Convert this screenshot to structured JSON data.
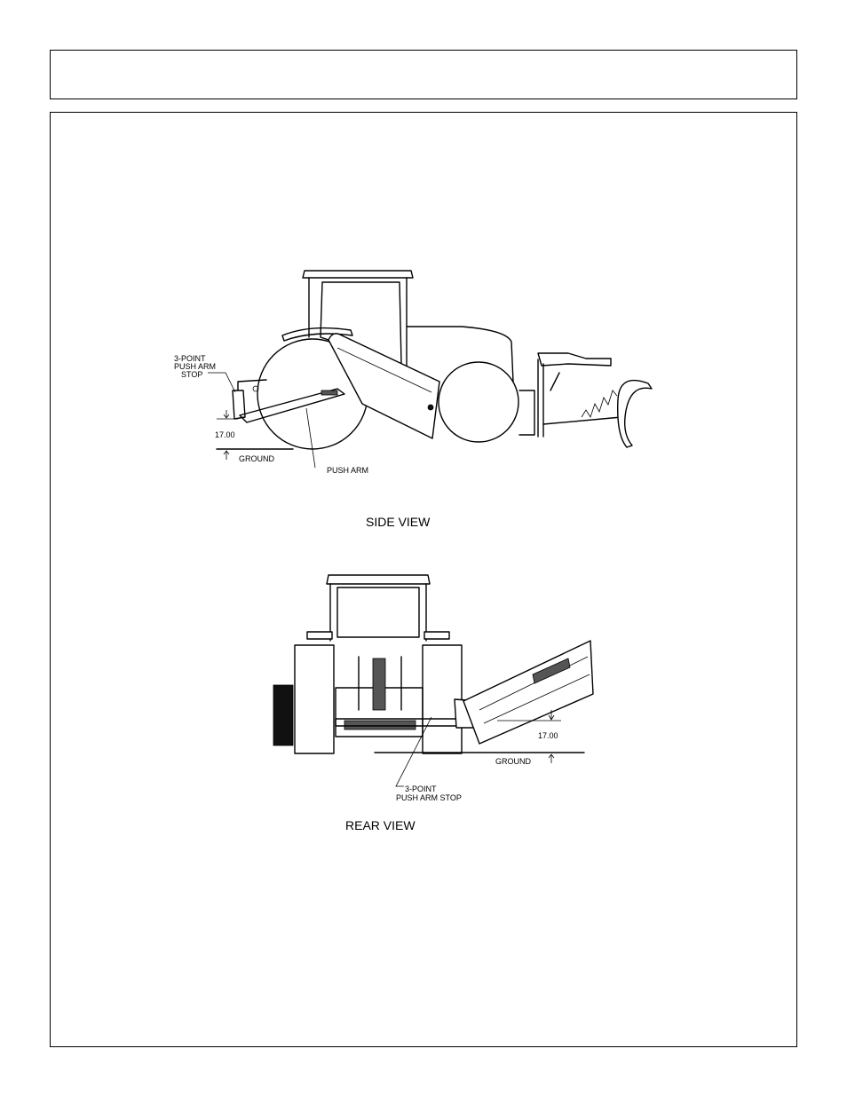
{
  "side_view": {
    "caption": "SIDE VIEW",
    "stop_label": [
      "3-POINT",
      "PUSH ARM",
      "STOP"
    ],
    "height_dim": "17.00",
    "ground_label": "GROUND",
    "push_arm_label": "PUSH ARM"
  },
  "rear_view": {
    "caption": "REAR VIEW",
    "height_dim": "17.00",
    "ground_label": "GROUND",
    "stop_label": [
      "3-POINT",
      "PUSH ARM STOP"
    ]
  }
}
